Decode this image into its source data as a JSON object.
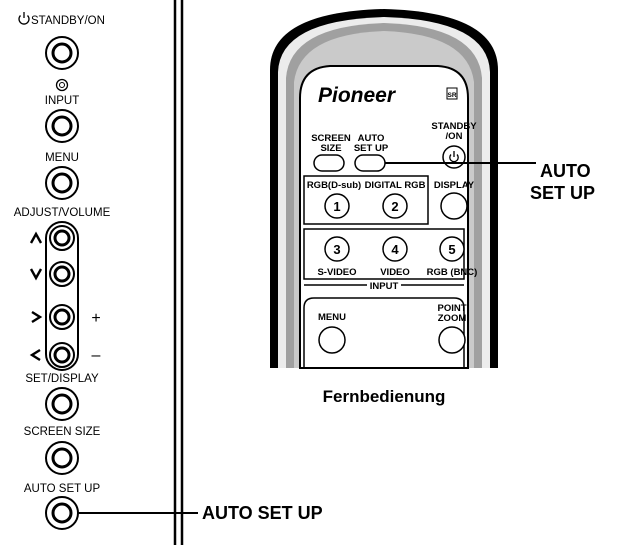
{
  "panel": {
    "standby_label": "STANDBY/ON",
    "input_label": "INPUT",
    "menu_label": "MENU",
    "adjust_label": "ADJUST/VOLUME",
    "plus_sign": "+",
    "minus_sign": "–",
    "set_display_label": "SET/DISPLAY",
    "screen_size_label": "SCREEN SIZE",
    "auto_setup_label": "AUTO SET UP"
  },
  "remote": {
    "brand": "Pioneer",
    "sr_badge": "SR",
    "screen_size": [
      "SCREEN",
      "SIZE"
    ],
    "auto_setup": [
      "AUTO",
      "SET UP"
    ],
    "standby": [
      "STANDBY",
      "/ON"
    ],
    "rgb_dsub": "RGB(D-sub)",
    "digital_rgb": "DIGITAL RGB",
    "display": "DISPLAY",
    "btn1": "1",
    "btn2": "2",
    "btn3": "3",
    "btn4": "4",
    "btn5": "5",
    "svideo": "S-VIDEO",
    "video": "VIDEO",
    "rgb_bnc": "RGB (BNC)",
    "input": "INPUT",
    "menu": "MENU",
    "point_zoom": [
      "POINT",
      "ZOOM"
    ]
  },
  "callouts": {
    "remote_auto": [
      "AUTO",
      "SET UP"
    ],
    "panel_auto": "AUTO SET UP",
    "remote_caption": "Fernbedienung"
  }
}
